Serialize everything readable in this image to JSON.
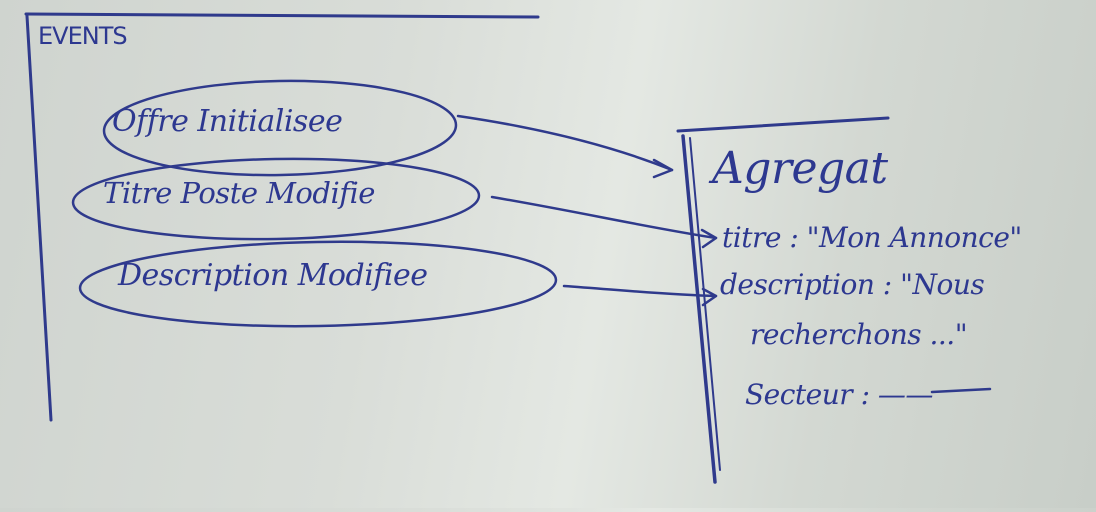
{
  "events_section": {
    "title": "EVENTS",
    "events": [
      {
        "label": "Offre Initialisee"
      },
      {
        "label": "Titre Poste Modifie"
      },
      {
        "label": "Description Modifiee"
      }
    ]
  },
  "aggregate": {
    "title": "Agregat",
    "fields": [
      {
        "text": "titre : \"Mon Annonce\""
      },
      {
        "text": "description : \"Nous"
      },
      {
        "text": "recherchons ...\""
      },
      {
        "text": "Secteur : ——"
      }
    ]
  },
  "colors": {
    "ink": "#2f3a8c",
    "board": "#d9ddd8"
  }
}
